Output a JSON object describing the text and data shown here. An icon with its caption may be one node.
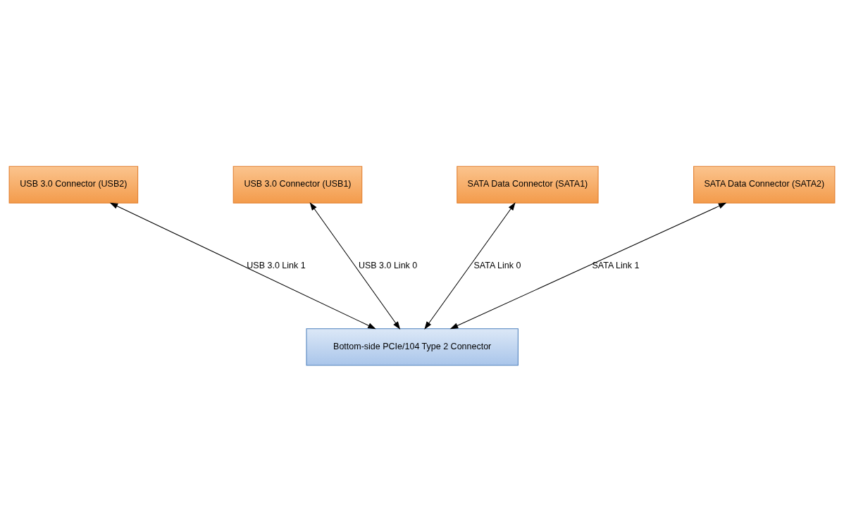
{
  "diagram": {
    "nodes": [
      {
        "text": [
          "USB 3.0 Connector (USB2)"
        ]
      },
      {
        "text": [
          "USB 3.0 Connector (USB1)"
        ]
      },
      {
        "text": [
          "SATA Data Connector (SATA1)"
        ]
      },
      {
        "text": [
          "SATA Data Connector (SATA2)"
        ]
      },
      {
        "text": [
          "Bottom-side PCIe/104 Type 2 Connector"
        ]
      }
    ],
    "edges": [
      {
        "from": 0,
        "to": 4,
        "arrow": "both",
        "label": "USB 3.0 Link 1"
      },
      {
        "from": 1,
        "to": 4,
        "arrow": "both",
        "label": "USB 3.0 Link 0"
      },
      {
        "from": 2,
        "to": 4,
        "arrow": "both",
        "label": "SATA Link 0"
      },
      {
        "from": 3,
        "to": 4,
        "arrow": "both",
        "label": "SATA Link 1"
      }
    ]
  }
}
